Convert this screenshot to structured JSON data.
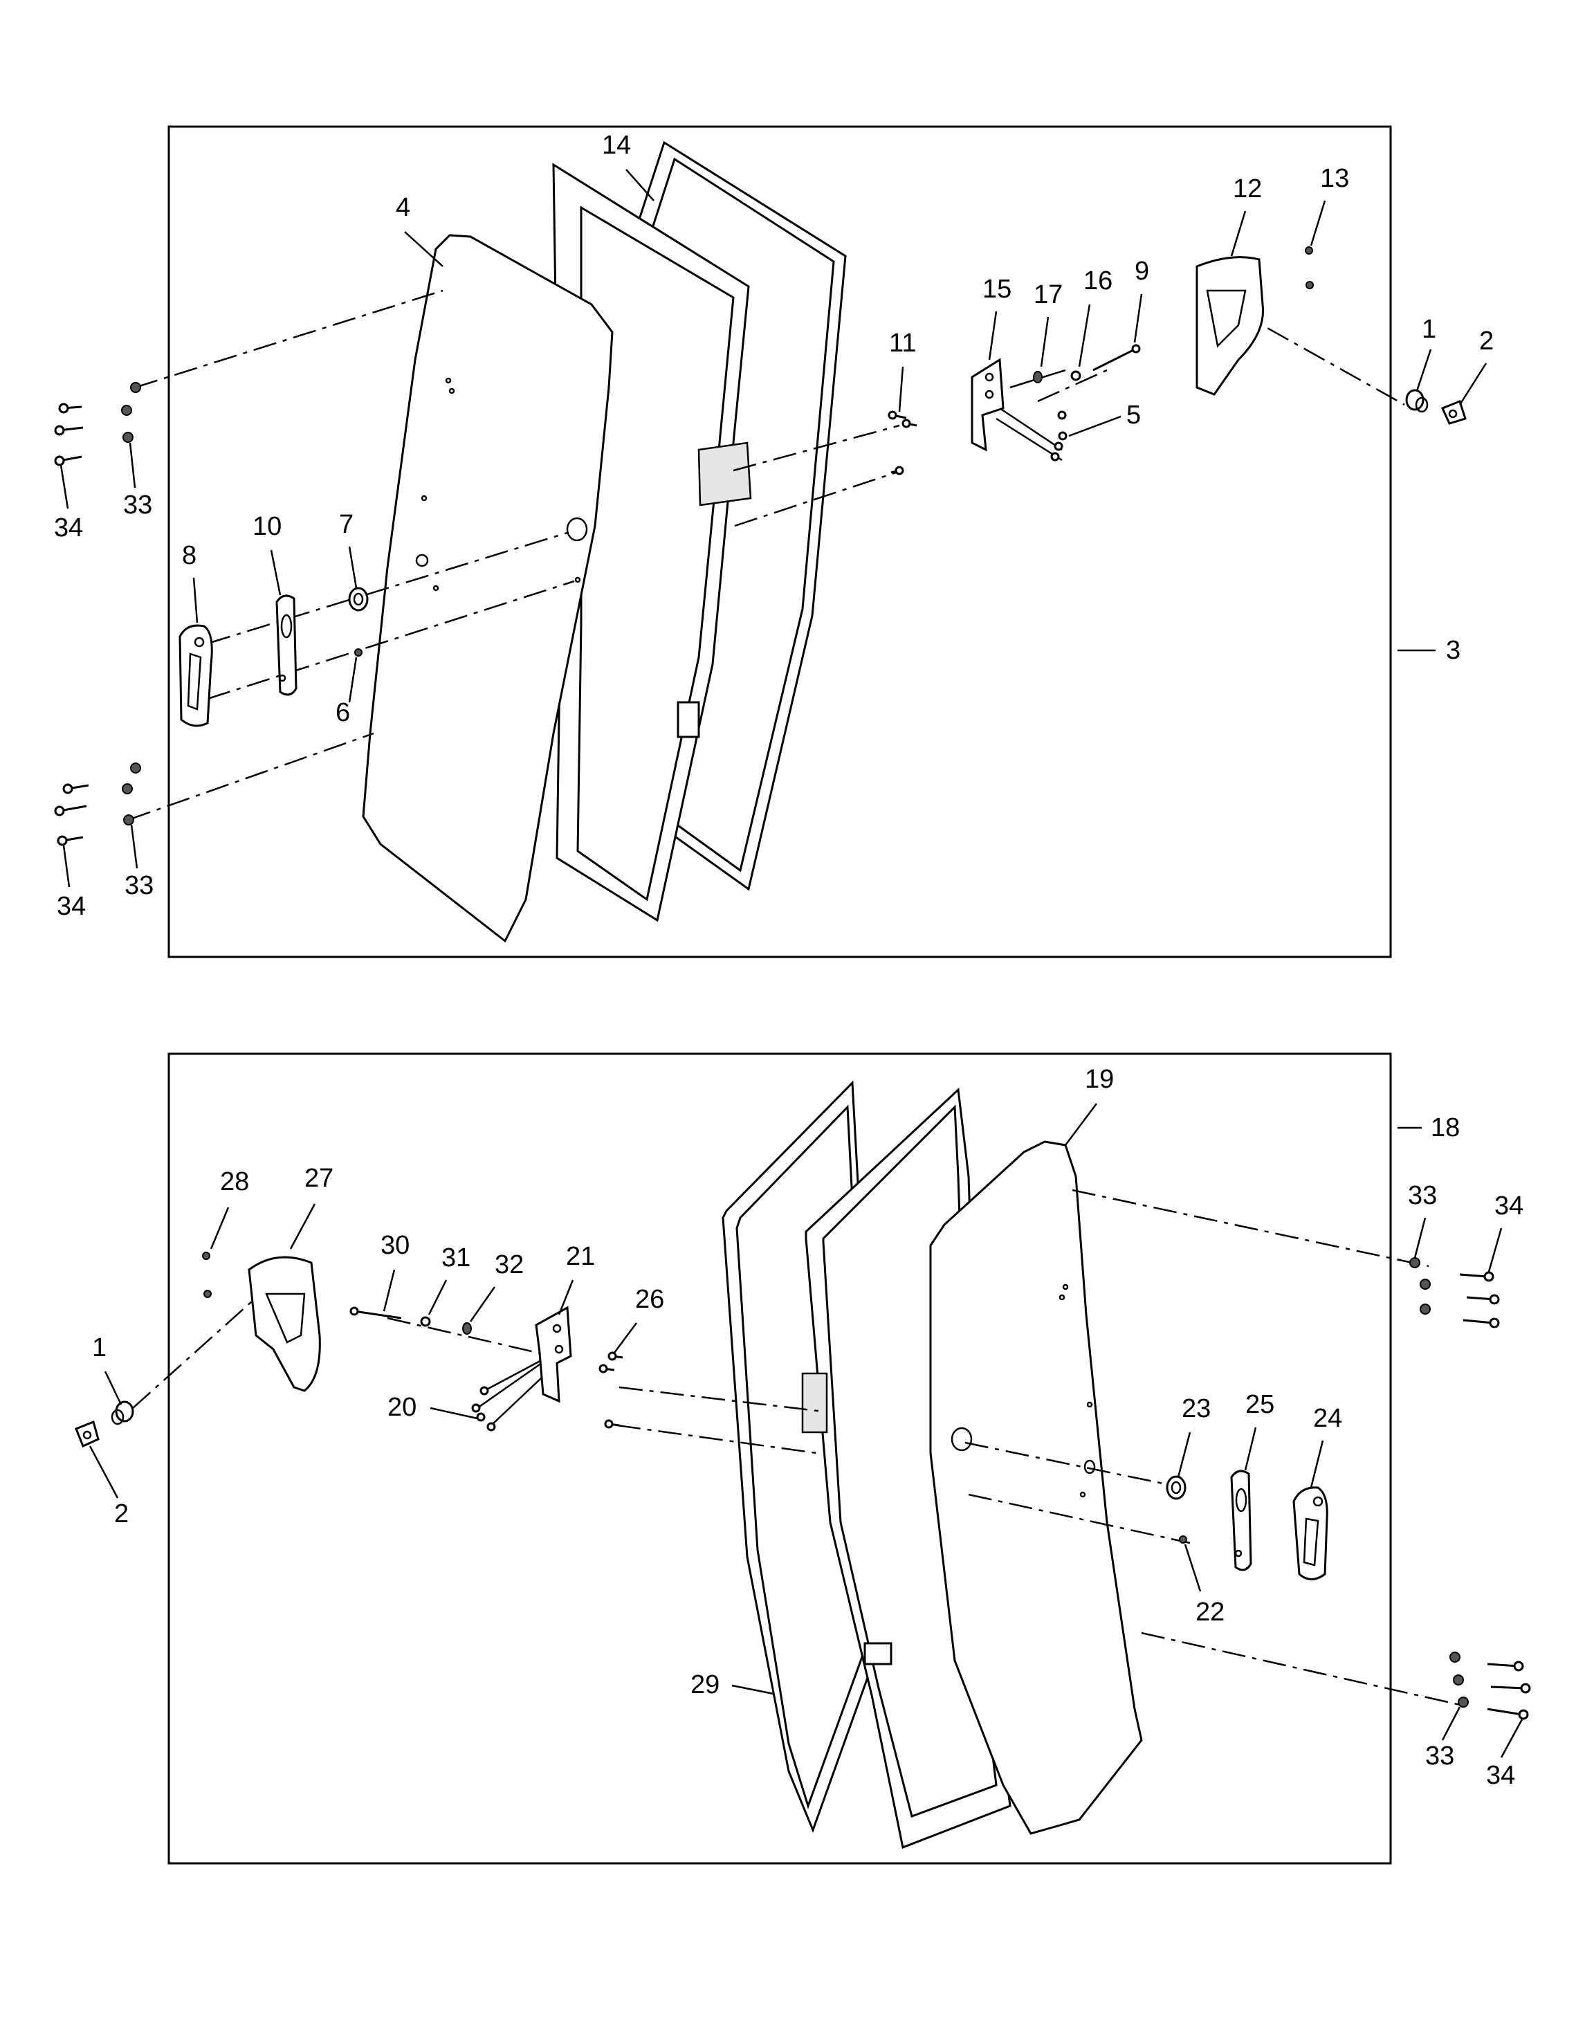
{
  "top_panel": {
    "assembly_callout": "3",
    "callouts": {
      "c1": "1",
      "c2": "2",
      "c4": "4",
      "c5": "5",
      "c6": "6",
      "c7": "7",
      "c8": "8",
      "c9": "9",
      "c10": "10",
      "c11": "11",
      "c12": "12",
      "c13": "13",
      "c14": "14",
      "c15": "15",
      "c16": "16",
      "c17": "17",
      "c33a": "33",
      "c34a": "34",
      "c33b": "33",
      "c34b": "34"
    }
  },
  "bottom_panel": {
    "assembly_callout": "18",
    "callouts": {
      "c1": "1",
      "c2": "2",
      "c19": "19",
      "c20": "20",
      "c21": "21",
      "c22": "22",
      "c23": "23",
      "c24": "24",
      "c25": "25",
      "c26": "26",
      "c27": "27",
      "c28": "28",
      "c29": "29",
      "c30": "30",
      "c31": "31",
      "c32": "32",
      "c33a": "33",
      "c34a": "34",
      "c33b": "33",
      "c34b": "34"
    }
  }
}
